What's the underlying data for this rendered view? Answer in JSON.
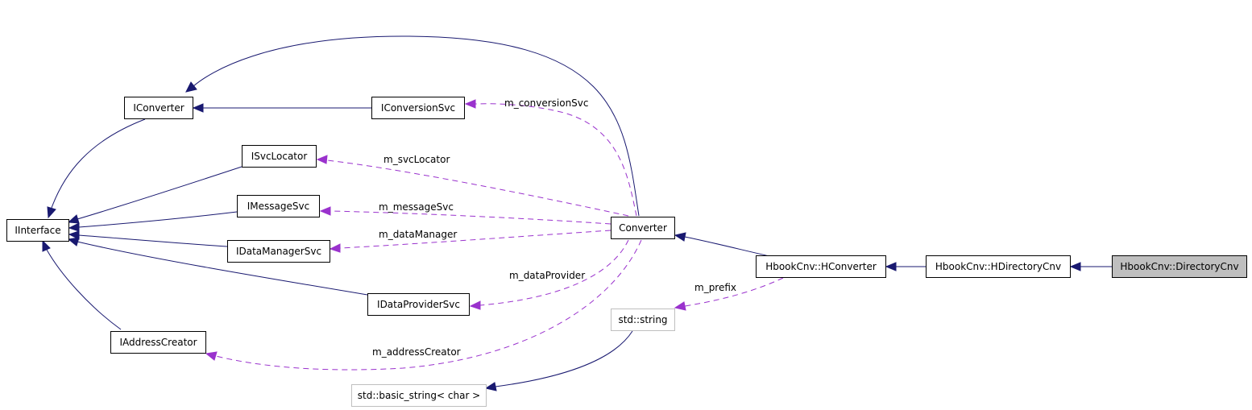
{
  "colors": {
    "inheritance_edge": "#191970",
    "usage_edge": "#9a32cd",
    "focus_fill": "#bfbfbf",
    "undocumented_border": "#bfbfbf"
  },
  "nodes": {
    "iinterface": "IInterface",
    "iconverter": "IConverter",
    "iconversionsvc": "IConversionSvc",
    "isvclocator": "ISvcLocator",
    "imessagesvc": "IMessageSvc",
    "idatamanagersvc": "IDataManagerSvc",
    "idataprovidersvc": "IDataProviderSvc",
    "iaddresscreator": "IAddressCreator",
    "converter": "Converter",
    "hconverter": "HbookCnv::HConverter",
    "hdirectorycnv": "HbookCnv::HDirectoryCnv",
    "directorycnv": "HbookCnv::DirectoryCnv",
    "std_string": "std::string",
    "basic_string": "std::basic_string< char >"
  },
  "edge_labels": {
    "m_conversionSvc": "m_conversionSvc",
    "m_svcLocator": "m_svcLocator",
    "m_messageSvc": "m_messageSvc",
    "m_dataManager": "m_dataManager",
    "m_dataProvider": "m_dataProvider",
    "m_addressCreator": "m_addressCreator",
    "m_prefix": "m_prefix"
  }
}
